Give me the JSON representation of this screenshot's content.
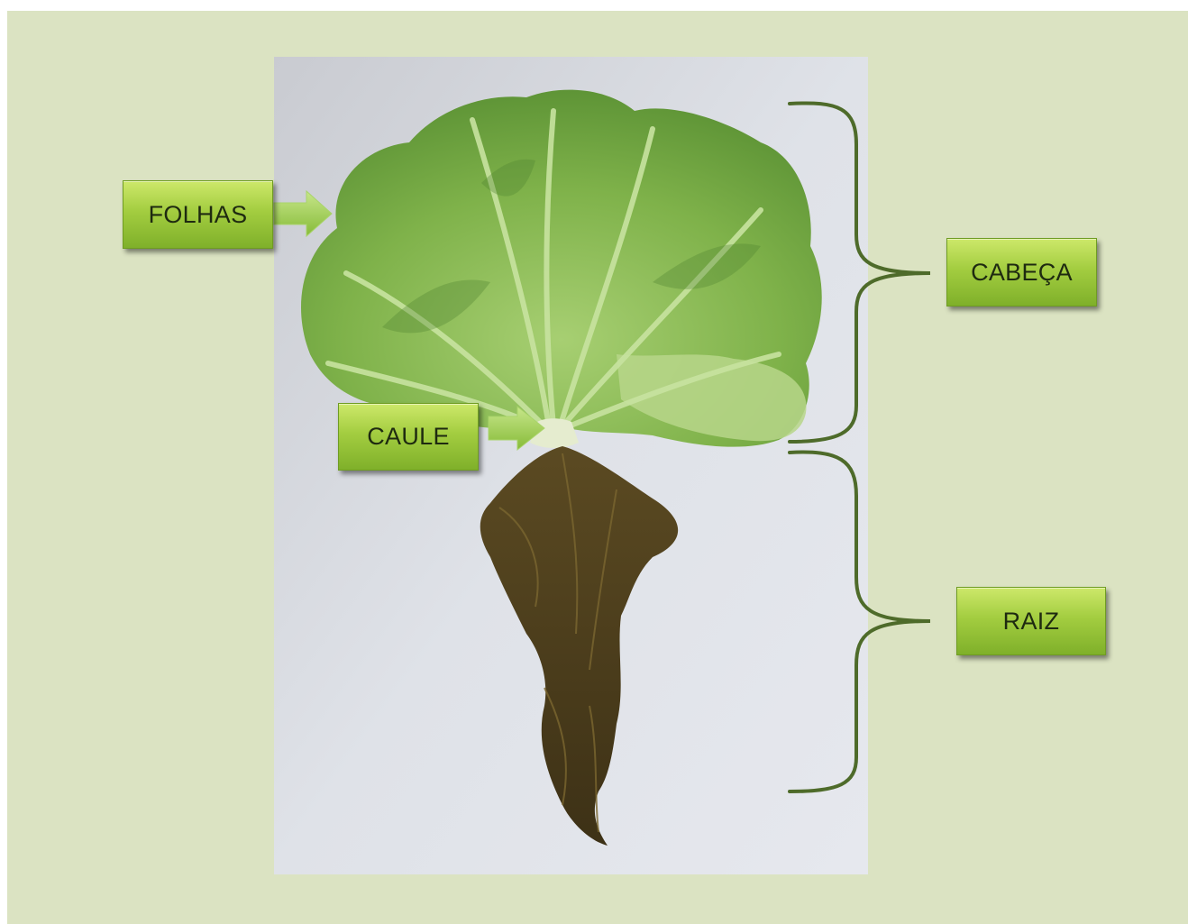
{
  "labels": {
    "folhas": "FOLHAS",
    "caule": "CAULE",
    "cabeca": "CABEÇA",
    "raiz": "RAIZ"
  },
  "colors": {
    "background": "#dbe3c2",
    "label_fill": "#a3cd40",
    "bracket": "#4e6b2a",
    "arrow": "#9ccc4a"
  },
  "image": {
    "subject": "lettuce-plant-photo"
  }
}
